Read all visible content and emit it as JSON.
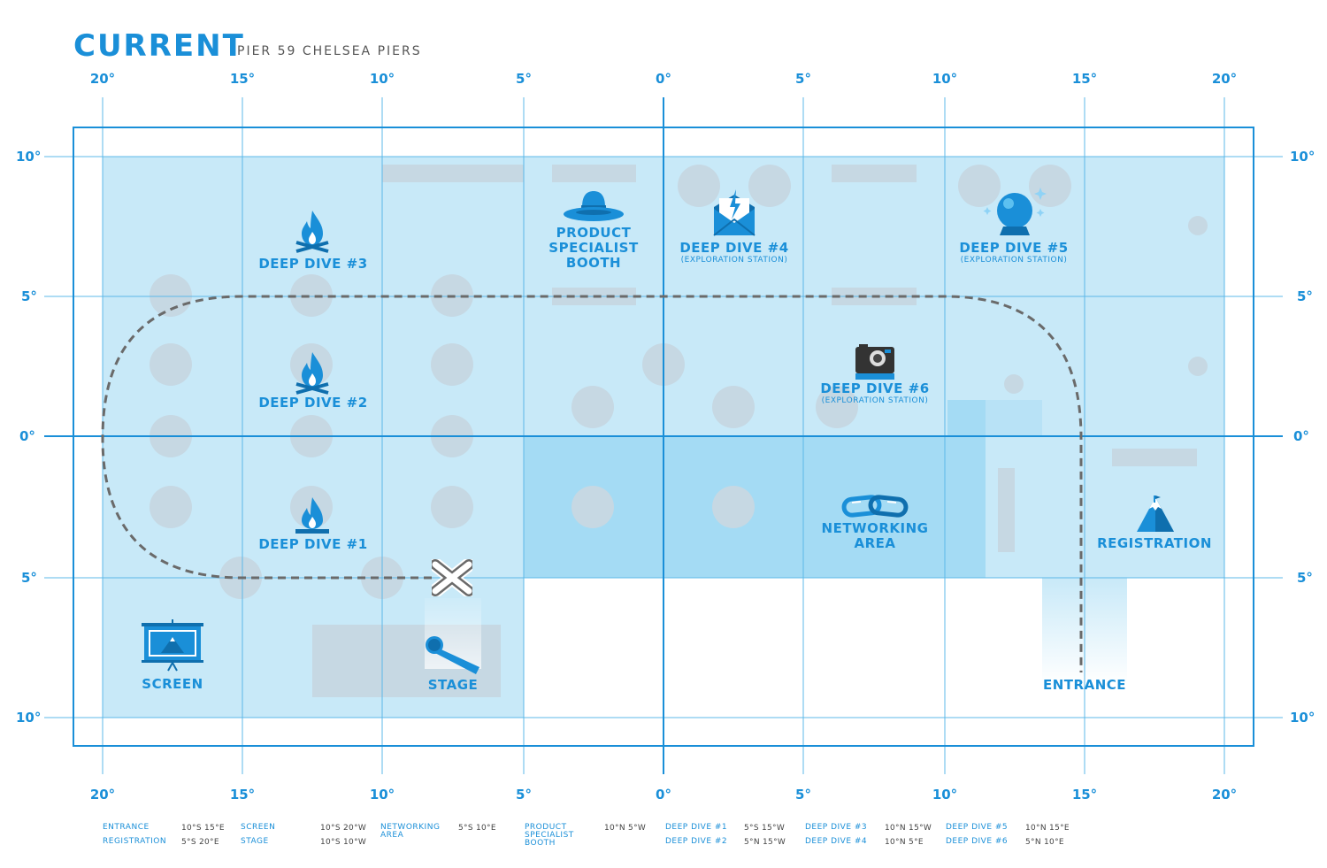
{
  "header": {
    "title": "CURRENT",
    "subtitle": "PIER 59 CHELSEA PIERS"
  },
  "axis": {
    "x_ticks": [
      "20°",
      "15°",
      "10°",
      "5°",
      "0°",
      "5°",
      "10°",
      "15°",
      "20°"
    ],
    "y_ticks": [
      "10°",
      "5°",
      "0°",
      "5°",
      "10°"
    ]
  },
  "locations": {
    "deep_dive_3": {
      "name": "DEEP DIVE #3"
    },
    "deep_dive_2": {
      "name": "DEEP DIVE #2"
    },
    "deep_dive_1": {
      "name": "DEEP DIVE #1"
    },
    "product_booth": {
      "line1": "PRODUCT",
      "line2": "SPECIALIST",
      "line3": "BOOTH"
    },
    "deep_dive_4": {
      "name": "DEEP DIVE #4",
      "sub": "(EXPLORATION STATION)"
    },
    "deep_dive_5": {
      "name": "DEEP DIVE #5",
      "sub": "(EXPLORATION STATION)"
    },
    "deep_dive_6": {
      "name": "DEEP DIVE #6",
      "sub": "(EXPLORATION STATION)"
    },
    "networking": {
      "line1": "NETWORKING",
      "line2": "AREA"
    },
    "registration": {
      "name": "REGISTRATION"
    },
    "screen": {
      "name": "SCREEN"
    },
    "stage": {
      "name": "STAGE"
    },
    "entrance": {
      "name": "ENTRANCE"
    }
  },
  "legend": [
    {
      "name": "ENTRANCE",
      "coord": "10°S 15°E"
    },
    {
      "name": "REGISTRATION",
      "coord": "5°S 20°E"
    },
    {
      "name": "SCREEN",
      "coord": "10°S 20°W"
    },
    {
      "name": "STAGE",
      "coord": "10°S 10°W"
    },
    {
      "name": "NETWORKING AREA",
      "coord": "5°S 10°E"
    },
    {
      "name": "PRODUCT SPECIALIST BOOTH",
      "coord": "10°N 5°W"
    },
    {
      "name": "DEEP DIVE #1",
      "coord": "5°S 15°W"
    },
    {
      "name": "DEEP DIVE #2",
      "coord": "5°N 15°W"
    },
    {
      "name": "DEEP DIVE #3",
      "coord": "10°N 15°W"
    },
    {
      "name": "DEEP DIVE #4",
      "coord": "10°N 5°E"
    },
    {
      "name": "DEEP DIVE #5",
      "coord": "10°N 15°E"
    },
    {
      "name": "DEEP DIVE #6",
      "coord": "5°N 10°E"
    }
  ],
  "colors": {
    "accent": "#1a8fd8",
    "floor": "#c8e9f8",
    "floor_dark": "#a4dbf4",
    "grid": "#5cb8e8",
    "table": "#c6d8e3",
    "path": "#6a6a6a"
  },
  "icons": {
    "deep_dive_1": "campfire-icon",
    "deep_dive_2": "campfire-icon",
    "deep_dive_3": "campfire-icon",
    "product_booth": "ranger-hat-icon",
    "deep_dive_4": "lightning-envelope-icon",
    "deep_dive_5": "crystal-ball-icon",
    "deep_dive_6": "instant-camera-icon",
    "networking": "chain-link-icon",
    "registration": "mountain-icon",
    "screen": "projector-screen-icon",
    "stage": "microphone-icon",
    "tour_start": "x-mark-icon"
  }
}
